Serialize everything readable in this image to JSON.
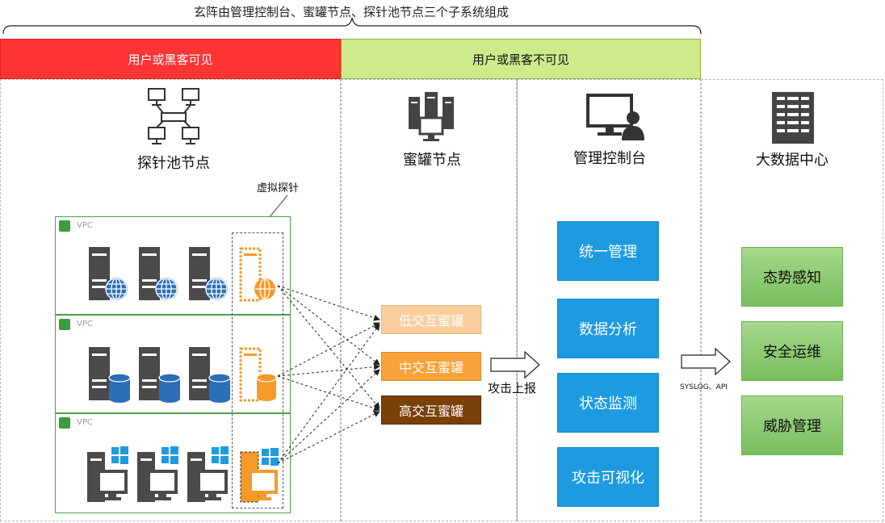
{
  "title": "玄阵由管理控制台、蜜罐节点、探针池节点三个子系统组成",
  "headers": {
    "visible": "用户或黑客可见",
    "invisible": "用户或黑客不可见"
  },
  "columns": {
    "probe": "探针池节点",
    "honeypot": "蜜罐节点",
    "management": "管理控制台",
    "bigdata": "大数据中心"
  },
  "virtual_probe": "虚拟探针",
  "vpc_label": "VPC",
  "honeypots": [
    "低交互蜜罐",
    "中交互蜜罐",
    "高交互蜜罐"
  ],
  "attack_report": "攻击上报",
  "management_items": [
    "统一管理",
    "数据分析",
    "状态监测",
    "攻击可视化"
  ],
  "syslog_label": "SYSLOG、API",
  "bigdata_items": [
    "态势感知",
    "安全运维",
    "威胁管理"
  ],
  "colors": {
    "red_header": "#ff3434",
    "green_header": "#cdeb8b",
    "orange": "#f9a23a",
    "blue": "#1e9be0",
    "green_box": "#8fcc74"
  }
}
